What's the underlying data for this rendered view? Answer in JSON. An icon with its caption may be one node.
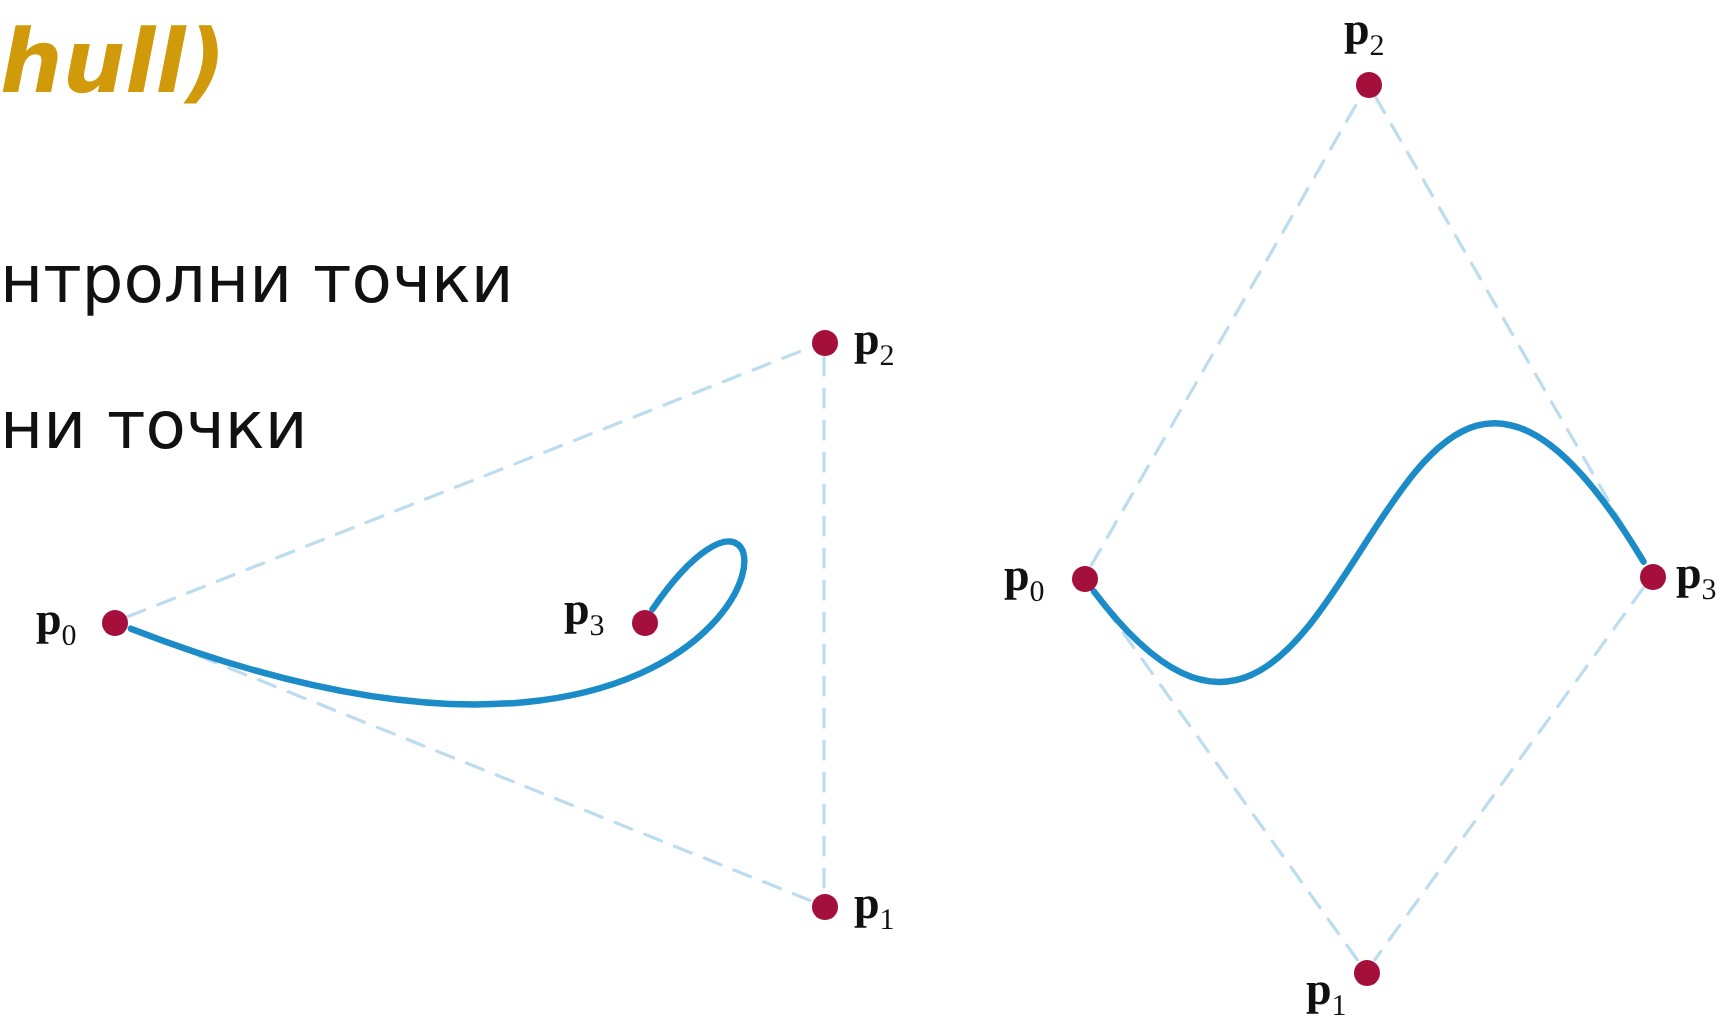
{
  "diagram": {
    "nodes": [
      {
        "text": [],
        "shape": "circle",
        "beside": [
          "**p**$_{0}$"
        ]
      },
      {
        "text": [],
        "shape": "circle",
        "beside": [
          "**p**$_{1}$"
        ]
      },
      {
        "text": [],
        "shape": "circle",
        "beside": [
          "**p**$_{2}$"
        ]
      },
      {
        "text": [],
        "shape": "circle",
        "beside": [
          "**p**$_{3}$"
        ]
      },
      {
        "text": [],
        "shape": "circle",
        "beside": [
          "**p**$_{0}$"
        ]
      },
      {
        "text": [],
        "shape": "circle",
        "beside": [
          "**p**$_{1}$"
        ]
      },
      {
        "text": [],
        "shape": "circle",
        "beside": [
          "**p**$_{2}$"
        ]
      },
      {
        "text": [],
        "shape": "circle",
        "beside": [
          "**p**$_{3}$"
        ]
      }
    ],
    "edges": [
      {
        "from": 0,
        "to": 2,
        "arrow": "none",
        "style": "dashed"
      },
      {
        "from": 2,
        "to": 1,
        "arrow": "none",
        "style": "dashed"
      },
      {
        "from": 1,
        "to": 0,
        "arrow": "none",
        "style": "dashed"
      },
      {
        "from": 0,
        "to": 3,
        "arrow": "none",
        "style": "thick",
        "color": "#1b8cc8"
      },
      {
        "from": 4,
        "to": 6,
        "arrow": "none",
        "style": "dashed"
      },
      {
        "from": 6,
        "to": 7,
        "arrow": "none",
        "style": "dashed"
      },
      {
        "from": 7,
        "to": 5,
        "arrow": "none",
        "style": "dashed"
      },
      {
        "from": 5,
        "to": 4,
        "arrow": "none",
        "style": "dashed"
      },
      {
        "from": 4,
        "to": 7,
        "arrow": "none",
        "style": "thick",
        "color": "#1b8cc8"
      }
    ],
    "labels": [
      "hull)",
      "нтролни точки",
      "ни точки"
    ]
  }
}
